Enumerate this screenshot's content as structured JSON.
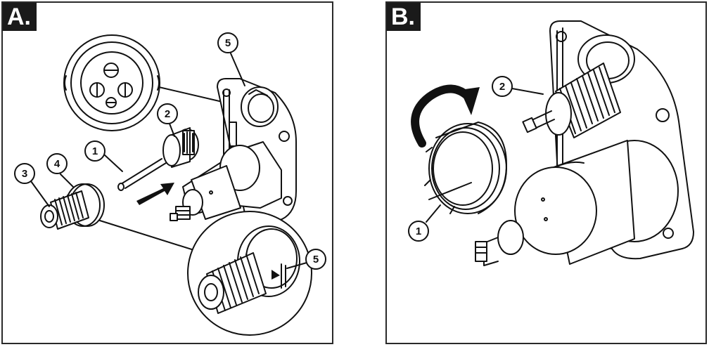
{
  "panels": [
    {
      "label": "A.",
      "callouts": [
        "1",
        "2",
        "3",
        "4",
        "5",
        "5"
      ]
    },
    {
      "label": "B.",
      "callouts": [
        "1",
        "2"
      ]
    }
  ]
}
